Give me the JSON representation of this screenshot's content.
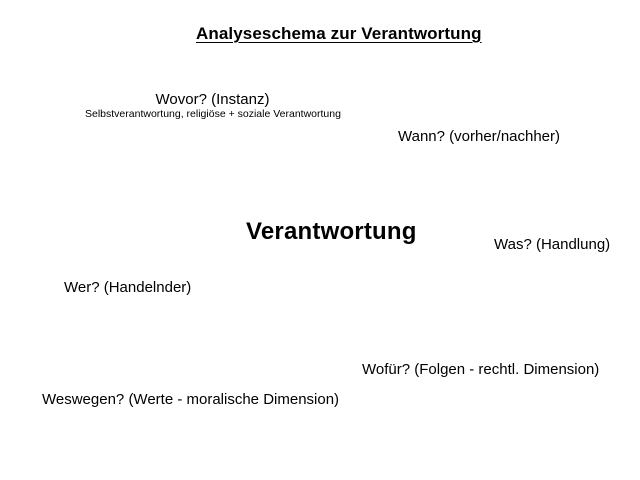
{
  "slide": {
    "title": "Analyseschema zur Verantwortung",
    "center_term": "Verantwortung",
    "background_color": "#ffffff",
    "text_color": "#000000"
  },
  "branches": [
    {
      "id": "instanz",
      "label": "Wovor? (Instanz)",
      "caption": "Selbstverantwortung, religiöse + soziale Verantwortung"
    },
    {
      "id": "zeit",
      "label": "Wann? (vorher/nachher)",
      "caption": ""
    },
    {
      "id": "handlung",
      "label": "Was? (Handlung)",
      "caption": ""
    },
    {
      "id": "handelnder",
      "label": "Wer? (Handelnder)",
      "caption": ""
    },
    {
      "id": "folgen",
      "label": "Wofür? (Folgen - rechtl. Dimension)",
      "caption": ""
    },
    {
      "id": "werte",
      "label": "Weswegen? (Werte - moralische Dimension)",
      "caption": ""
    }
  ]
}
